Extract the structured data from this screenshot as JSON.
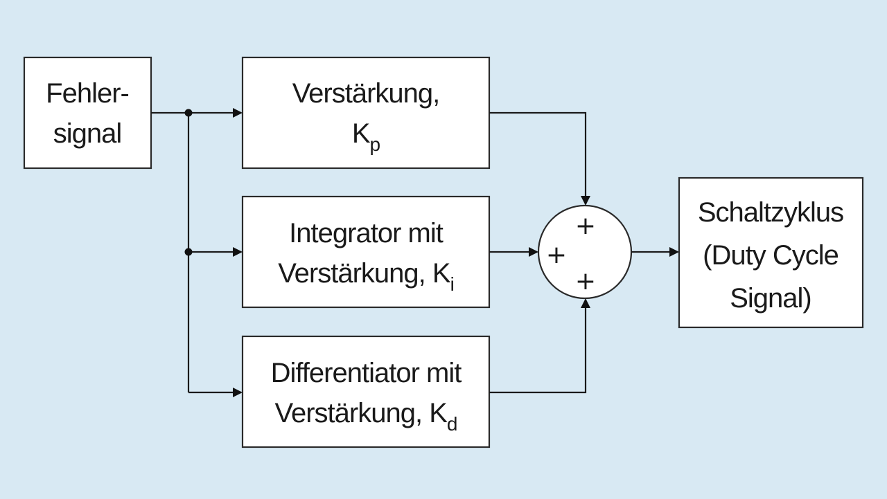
{
  "blocks": {
    "error_signal": {
      "line1": "Fehler-",
      "line2": "signal"
    },
    "proportional": {
      "line1": "Verstärkung,",
      "symbol": "K",
      "subscript": "p"
    },
    "integrator": {
      "line1": "Integrator mit",
      "line2": "Verstärkung, ",
      "symbol": "K",
      "subscript": "i"
    },
    "differentiator": {
      "line1": "Differentiator mit",
      "line2": "Verstärkung, ",
      "symbol": "K",
      "subscript": "d"
    },
    "output": {
      "line1": "Schaltzyklus",
      "line2": "(Duty Cycle",
      "line3": "Signal)"
    }
  },
  "summing_junction": {
    "sign_top": "+",
    "sign_left": "+",
    "sign_bottom": "+"
  },
  "colors": {
    "background": "#d8e9f3",
    "box_fill": "#ffffff",
    "line": "#1a1a1a"
  }
}
